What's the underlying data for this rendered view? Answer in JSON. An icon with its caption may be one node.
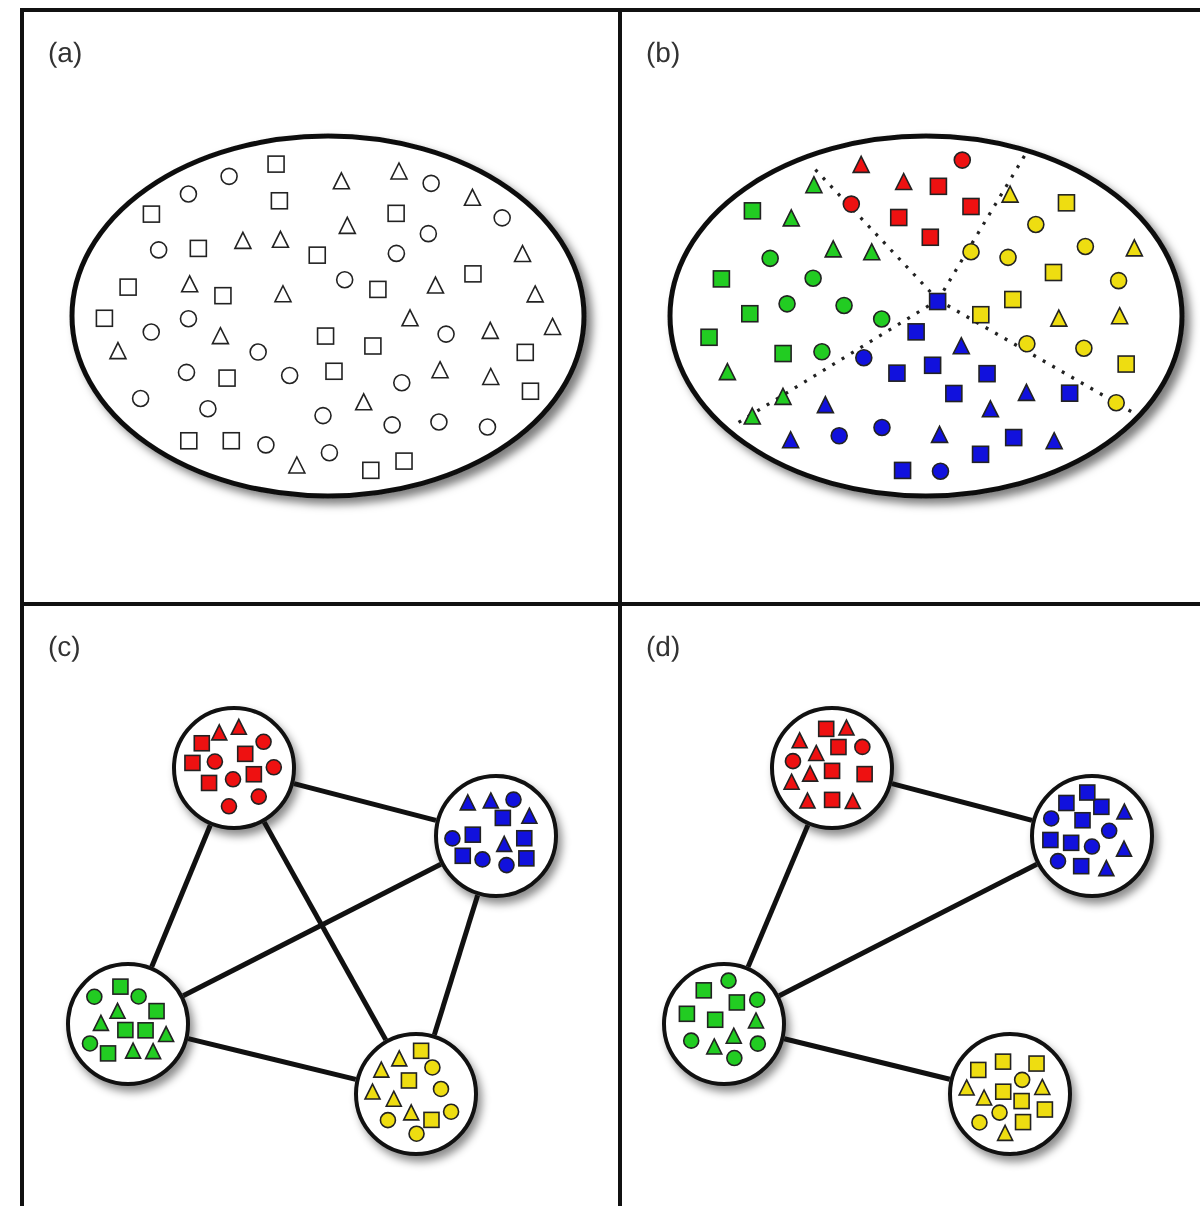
{
  "diagram": {
    "nodes": [
      {
        "text": [
          "(a)"
        ]
      },
      {
        "text": [
          "(b)"
        ]
      },
      {
        "text": [
          "(c)"
        ]
      },
      {
        "text": [
          "(d)"
        ]
      },
      {
        "text": [],
        "shape": "circle",
        "in": 2
      },
      {
        "text": [],
        "shape": "circle",
        "in": 2
      },
      {
        "text": [],
        "shape": "circle",
        "in": 2
      },
      {
        "text": [],
        "shape": "circle",
        "in": 2
      },
      {
        "text": [],
        "shape": "circle",
        "in": 3
      },
      {
        "text": [],
        "shape": "circle",
        "in": 3
      },
      {
        "text": [],
        "shape": "circle",
        "in": 3
      },
      {
        "text": [],
        "shape": "circle",
        "in": 3
      }
    ],
    "edges": [
      {
        "from": 4,
        "to": 5,
        "arrow": "none"
      },
      {
        "from": 4,
        "to": 6,
        "arrow": "none"
      },
      {
        "from": 4,
        "to": 7,
        "arrow": "none"
      },
      {
        "from": 6,
        "to": 5,
        "arrow": "none"
      },
      {
        "from": 5,
        "to": 7,
        "arrow": "none"
      },
      {
        "from": 6,
        "to": 7,
        "arrow": "none"
      },
      {
        "from": 8,
        "to": 9,
        "arrow": "none"
      },
      {
        "from": 8,
        "to": 10,
        "arrow": "none"
      },
      {
        "from": 10,
        "to": 9,
        "arrow": "none"
      },
      {
        "from": 10,
        "to": 11,
        "arrow": "none"
      }
    ]
  }
}
